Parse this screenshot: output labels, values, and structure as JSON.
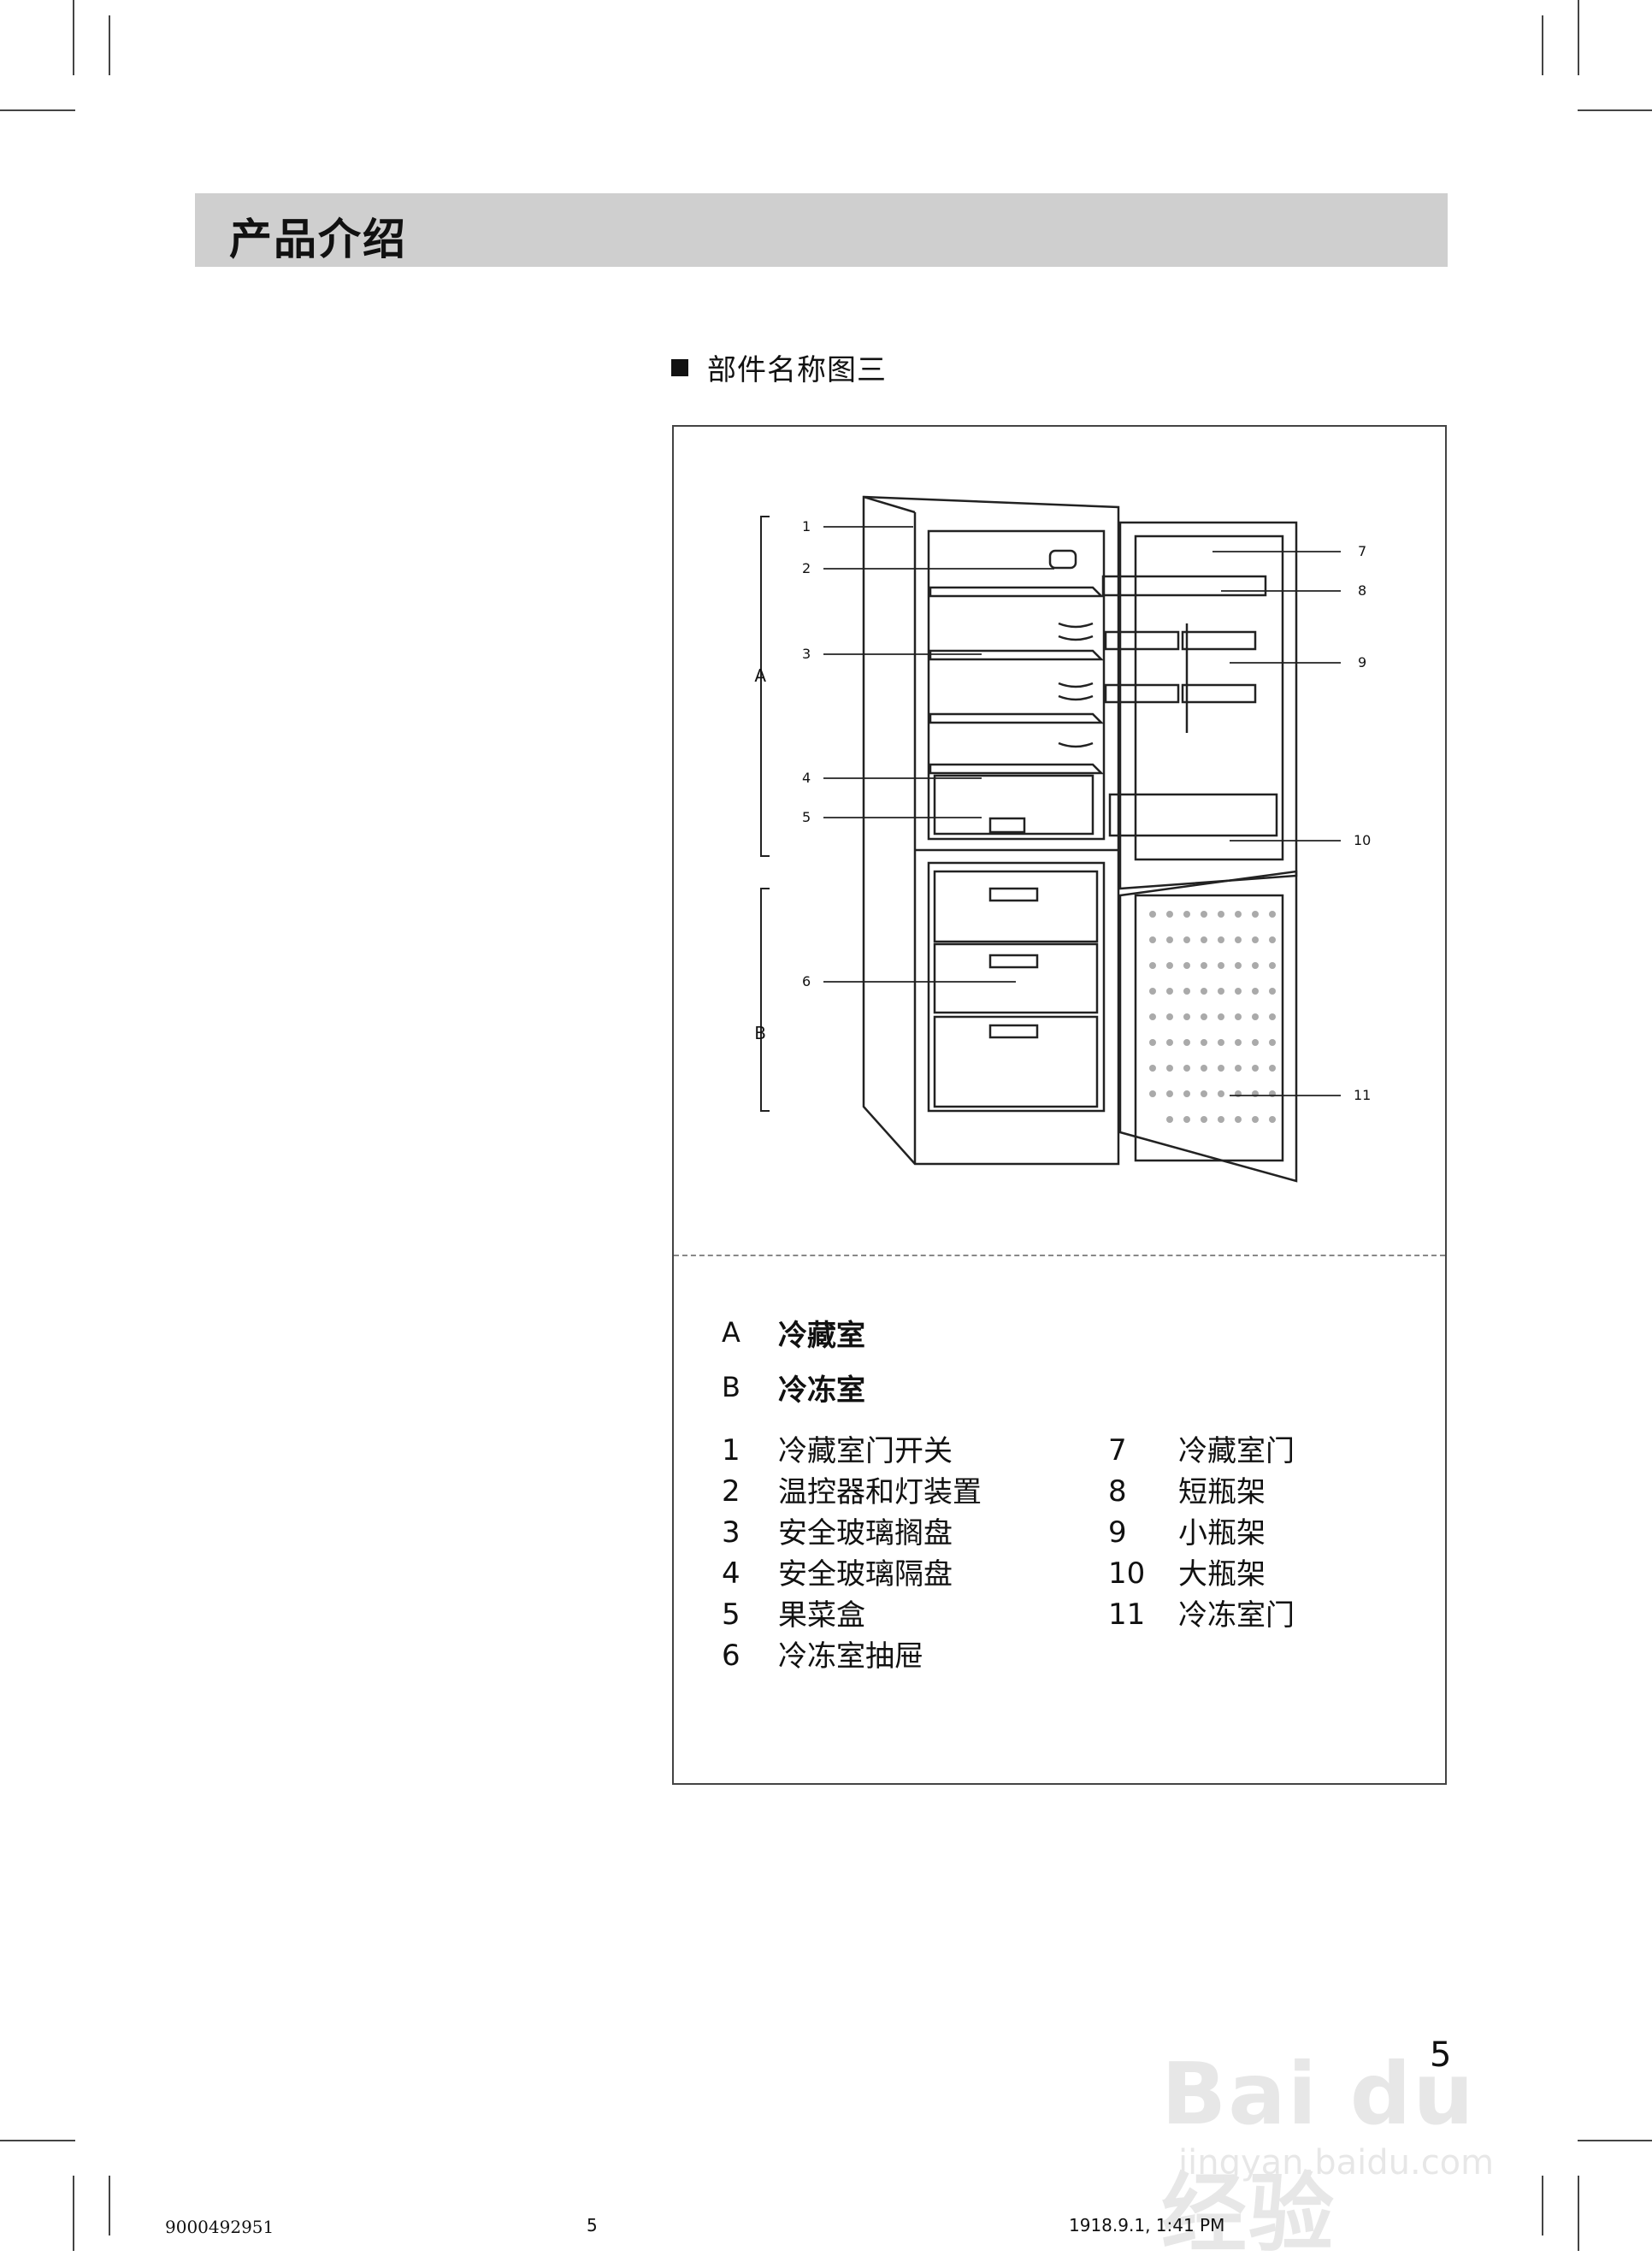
{
  "header": {
    "title": "产品介绍"
  },
  "section": {
    "heading": "部件名称图三"
  },
  "diagram": {
    "callouts": [
      "1",
      "2",
      "3",
      "4",
      "5",
      "6",
      "7",
      "8",
      "9",
      "10",
      "11"
    ],
    "group_labels": [
      "A",
      "B"
    ]
  },
  "legend": {
    "compartments": [
      {
        "key": "A",
        "label": "冷藏室"
      },
      {
        "key": "B",
        "label": "冷冻室"
      }
    ],
    "items_left": [
      {
        "num": "1",
        "label": "冷藏室门开关"
      },
      {
        "num": "2",
        "label": "温控器和灯装置"
      },
      {
        "num": "3",
        "label": "安全玻璃搁盘"
      },
      {
        "num": "4",
        "label": "安全玻璃隔盘"
      },
      {
        "num": "5",
        "label": "果菜盒"
      },
      {
        "num": "6",
        "label": "冷冻室抽屉"
      }
    ],
    "items_right": [
      {
        "num": "7",
        "label": "冷藏室门"
      },
      {
        "num": "8",
        "label": "短瓶架"
      },
      {
        "num": "9",
        "label": "小瓶架"
      },
      {
        "num": "10",
        "label": "大瓶架"
      },
      {
        "num": "11",
        "label": "冷冻室门"
      }
    ]
  },
  "page_number": "5",
  "footer": {
    "doc_code": "9000492951",
    "page": "5",
    "timestamp": "1918.9.1, 1:41 PM"
  },
  "watermark": {
    "main": "Bai du 经验",
    "sub": "jingyan.baidu.com"
  }
}
